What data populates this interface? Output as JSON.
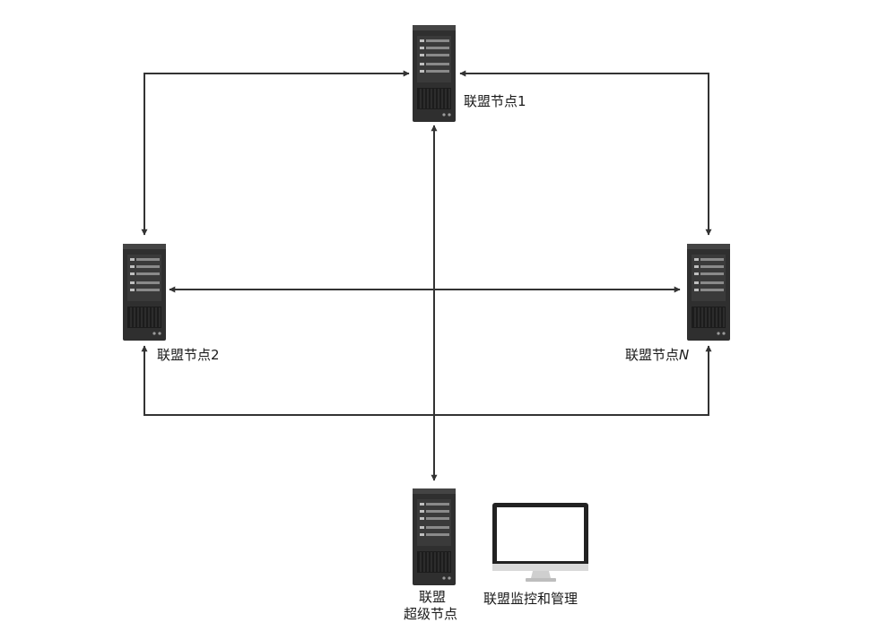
{
  "nodes": {
    "node1": {
      "label": "联盟节点1"
    },
    "node2": {
      "label": "联盟节点2"
    },
    "nodeN": {
      "label_prefix": "联盟节点",
      "label_suffix": "N"
    },
    "super_node": {
      "label_line1": "联盟",
      "label_line2": "超级节点"
    },
    "monitor": {
      "label": "联盟监控和管理"
    }
  },
  "icons": {
    "server": "server-icon",
    "monitor": "monitor-icon"
  },
  "colors": {
    "line": "#333333",
    "server_body": "#2b2b2b",
    "monitor_frame": "#222222"
  }
}
